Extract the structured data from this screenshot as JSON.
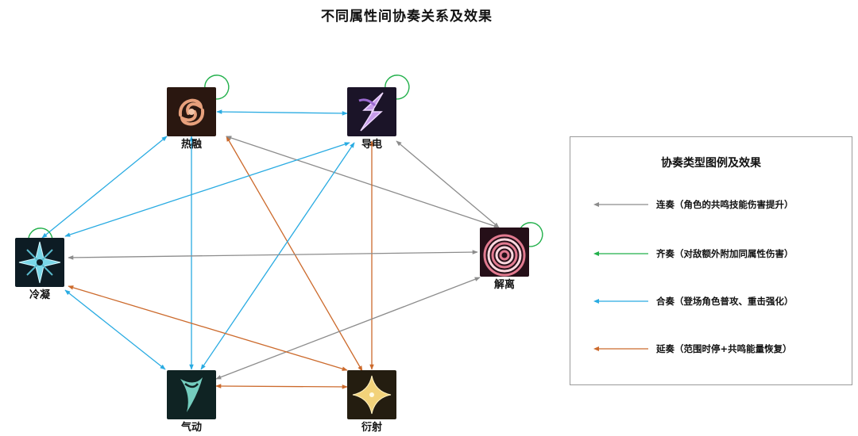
{
  "title": "不同属性间协奏关系及效果",
  "colors": {
    "gray": "#8c8c8c",
    "green": "#22b04b",
    "blue": "#29abe2",
    "orange": "#cc6a2c"
  },
  "nodes": [
    {
      "id": "heat",
      "label": "热融",
      "icon": "fusion-flame-icon"
    },
    {
      "id": "elec",
      "label": "导电",
      "icon": "electro-lightning-icon"
    },
    {
      "id": "aero",
      "label": "气动",
      "icon": "aero-wind-icon"
    },
    {
      "id": "spec",
      "label": "衍射",
      "icon": "spectro-star-icon"
    },
    {
      "id": "glac",
      "label": "冷凝",
      "icon": "glacio-snowflake-icon"
    },
    {
      "id": "havoc",
      "label": "解离",
      "icon": "havoc-rings-icon"
    }
  ],
  "edges": [
    {
      "from": "heat",
      "to": "elec",
      "type": "blue"
    },
    {
      "from": "heat",
      "to": "glac",
      "type": "blue"
    },
    {
      "from": "heat",
      "to": "aero",
      "type": "blue"
    },
    {
      "from": "heat",
      "to": "spec",
      "type": "orange"
    },
    {
      "from": "havoc",
      "to": "heat",
      "type": "gray"
    },
    {
      "from": "elec",
      "to": "glac",
      "type": "blue"
    },
    {
      "from": "elec",
      "to": "aero",
      "type": "blue"
    },
    {
      "from": "elec",
      "to": "spec",
      "type": "orange"
    },
    {
      "from": "havoc",
      "to": "elec",
      "type": "gray"
    },
    {
      "from": "havoc",
      "to": "glac",
      "type": "gray"
    },
    {
      "from": "havoc",
      "to": "aero",
      "type": "gray"
    },
    {
      "from": "glac",
      "to": "aero",
      "type": "blue"
    },
    {
      "from": "glac",
      "to": "spec",
      "type": "orange"
    },
    {
      "from": "aero",
      "to": "spec",
      "type": "orange"
    }
  ],
  "legend": {
    "title": "协奏类型图例及效果",
    "items": [
      {
        "type": "gray",
        "label": "连奏（角色的共鸣技能伤害提升）"
      },
      {
        "type": "green",
        "label": "齐奏（对敌额外附加同属性伤害）"
      },
      {
        "type": "blue",
        "label": "合奏（登场角色普攻、重击强化）"
      },
      {
        "type": "orange",
        "label": "延奏（范围时停+共鸣能量恢复）"
      }
    ]
  }
}
